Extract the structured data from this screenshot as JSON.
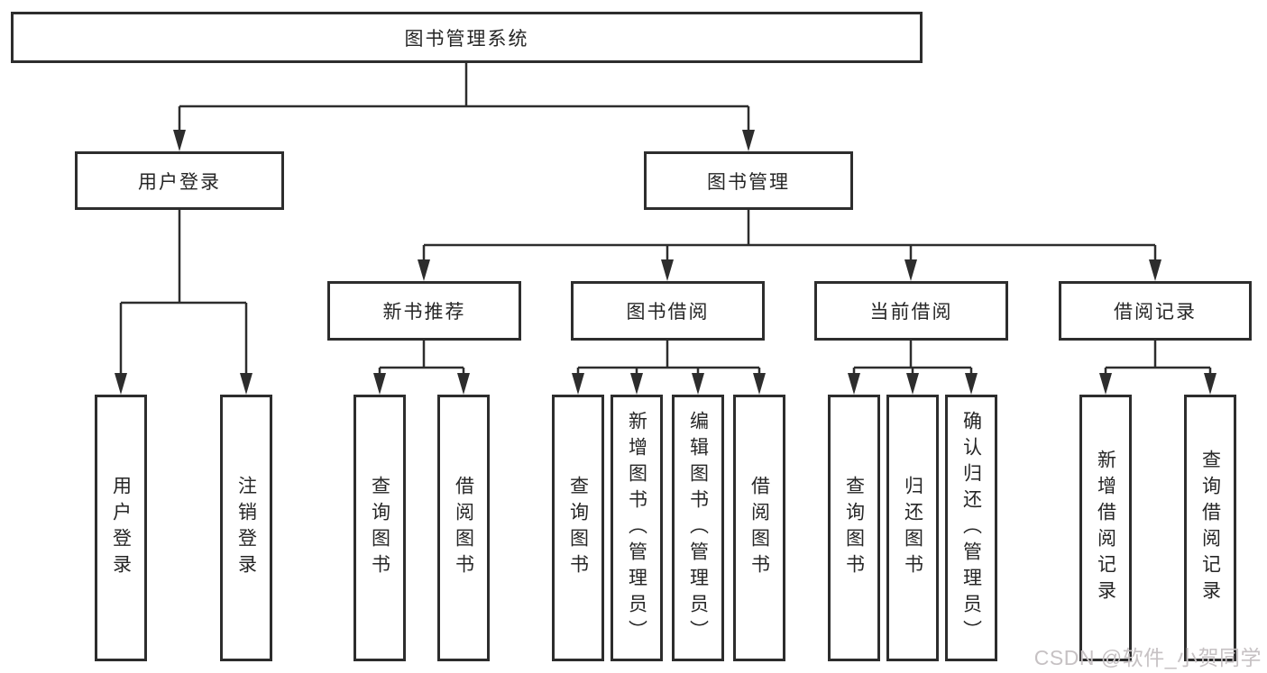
{
  "diagram": {
    "colors": {
      "line": "#2d2d2d",
      "text": "#262626",
      "background": "#ffffff",
      "watermark": "#c6c1c3"
    },
    "tree": {
      "root": {
        "label": "图书管理系统"
      },
      "branches": [
        {
          "label": "用户登录",
          "children": [
            {
              "label": "用户登录"
            },
            {
              "label": "注销登录"
            }
          ]
        },
        {
          "label": "图书管理",
          "children": [
            {
              "label": "新书推荐",
              "children": [
                {
                  "label": "查询图书"
                },
                {
                  "label": "借阅图书"
                }
              ]
            },
            {
              "label": "图书借阅",
              "children": [
                {
                  "label": "查询图书"
                },
                {
                  "label": "新增图书（管理员）"
                },
                {
                  "label": "编辑图书（管理员）"
                },
                {
                  "label": "借阅图书"
                }
              ]
            },
            {
              "label": "当前借阅",
              "children": [
                {
                  "label": "查询图书"
                },
                {
                  "label": "归还图书"
                },
                {
                  "label": "确认归还（管理员）"
                }
              ]
            },
            {
              "label": "借阅记录",
              "children": [
                {
                  "label": "新增借阅记录"
                },
                {
                  "label": "查询借阅记录"
                }
              ]
            }
          ]
        }
      ]
    }
  },
  "watermark": {
    "text": "CSDN @软件_小贺同学"
  }
}
